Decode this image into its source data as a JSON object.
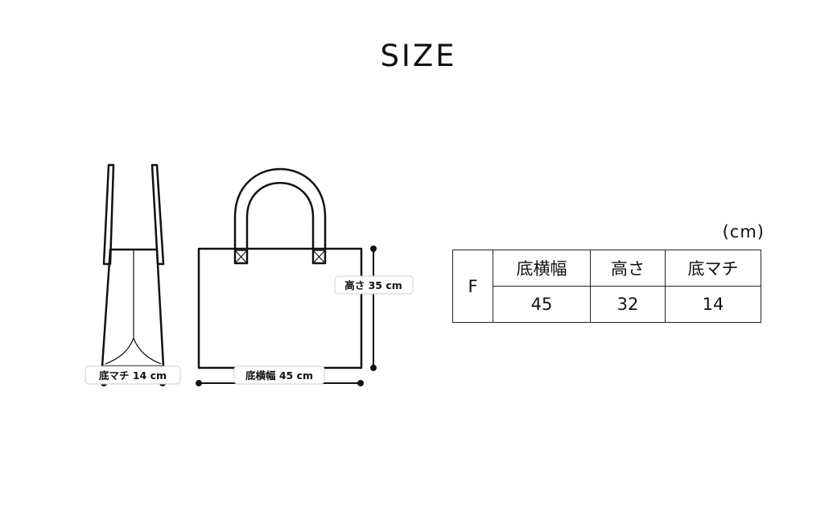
{
  "title": "SIZE",
  "unit": "(cm)",
  "diagram_labels": {
    "depth": "底マチ 14 cm",
    "width": "底横幅 45 cm",
    "height": "高さ 35 cm"
  },
  "size_table": {
    "row_label": "F",
    "headers": [
      "底横幅",
      "高さ",
      "底マチ"
    ],
    "values": [
      "45",
      "32",
      "14"
    ]
  }
}
